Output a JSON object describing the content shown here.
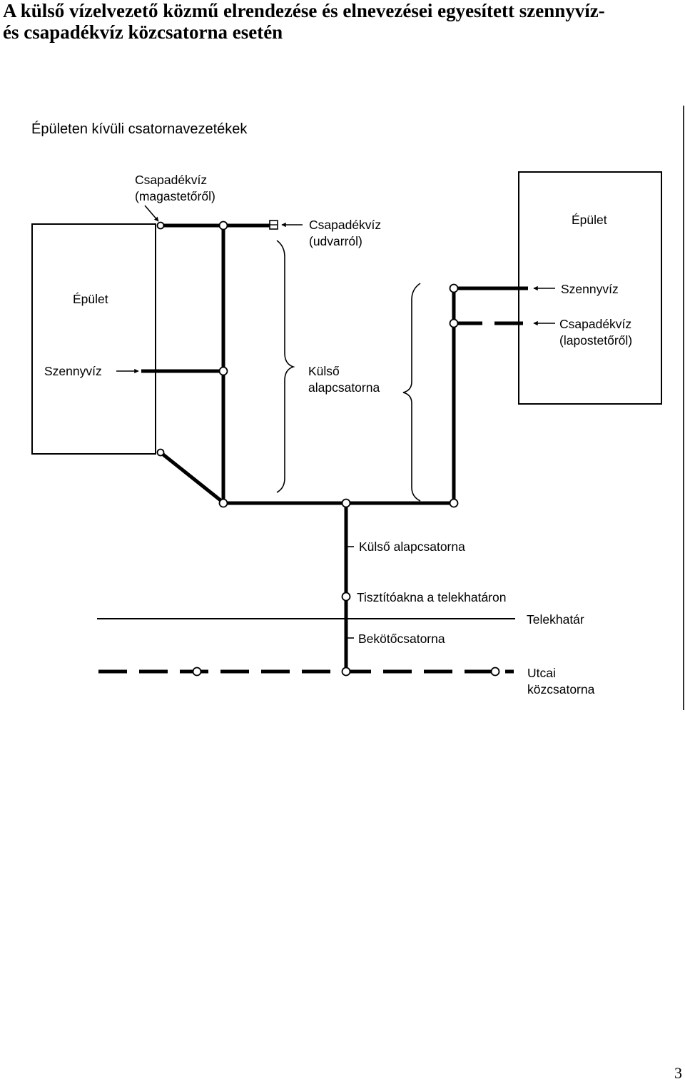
{
  "page": {
    "title_line1": "A külső vízelvezető közmű elrendezése és elnevezései egyesített szennyvíz-",
    "title_line2": "és csapadékvíz közcsatorna esetén",
    "page_number": "3"
  },
  "diagram": {
    "heading": "Épületen kívüli csatornavezetékek",
    "left_building": "Épület",
    "right_building": "Épület",
    "roof_rain_line1": "Csapadékvíz",
    "roof_rain_line2": "(magastetőről)",
    "yard_rain_line1": "Csapadékvíz",
    "yard_rain_line2": "(udvarról)",
    "left_sewage": "Szennyvíz",
    "right_sewage": "Szennyvíz",
    "flat_roof_rain_line1": "Csapadékvíz",
    "flat_roof_rain_line2": "(lapostetőről)",
    "base_sewer_line1": "Külső",
    "base_sewer_line2": "alapcsatorna",
    "base_sewer_main": "Külső alapcsatorna",
    "inspection_chamber": "Tisztítóakna a telekhatáron",
    "property_line": "Telekhatár",
    "connection_sewer": "Bekötőcsatorna",
    "street_sewer_line1": "Utcai",
    "street_sewer_line2": "közcsatorna"
  }
}
